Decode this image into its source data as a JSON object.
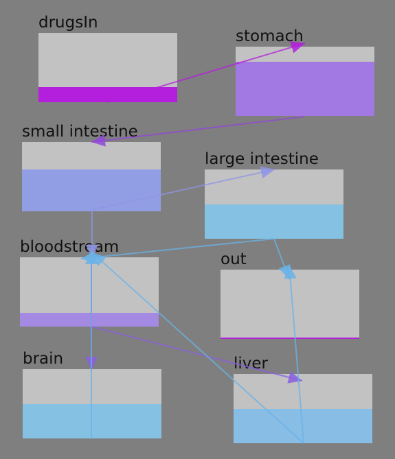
{
  "compartments": [
    {
      "id": "drugsIn",
      "label": "drugsIn",
      "level": 0.22,
      "color": "#b31fdc"
    },
    {
      "id": "stomach",
      "label": "stomach",
      "level": 0.78,
      "color": "#a279e2"
    },
    {
      "id": "small-intestine",
      "label": "small intestine",
      "level": 0.6,
      "color": "#929ee4"
    },
    {
      "id": "large-intestine",
      "label": "large intestine",
      "level": 0.5,
      "color": "#85c1e2"
    },
    {
      "id": "bloodstream",
      "label": "bloodstream",
      "level": 0.2,
      "color": "#a48ae2"
    },
    {
      "id": "out",
      "label": "out",
      "level": 0.02,
      "color": "#b31fdc"
    },
    {
      "id": "brain",
      "label": "brain",
      "level": 0.5,
      "color": "#85c1e2"
    },
    {
      "id": "liver",
      "label": "liver",
      "level": 0.5,
      "color": "#88bde6"
    }
  ],
  "flows": [
    {
      "from": "drugsIn",
      "to": "stomach",
      "color": "#b31fdc"
    },
    {
      "from": "stomach",
      "to": "small-intestine",
      "color": "#9346d9"
    },
    {
      "from": "small-intestine",
      "to": "large-intestine",
      "color": "#8f95e6"
    },
    {
      "from": "small-intestine",
      "to": "bloodstream",
      "color": "#8f95e6"
    },
    {
      "from": "large-intestine",
      "to": "bloodstream",
      "color": "#6ab3e8"
    },
    {
      "from": "large-intestine",
      "to": "out",
      "color": "#6ab3e8"
    },
    {
      "from": "bloodstream",
      "to": "brain",
      "color": "#8a5fe0"
    },
    {
      "from": "bloodstream",
      "to": "liver",
      "color": "#8a5fe0"
    },
    {
      "from": "brain",
      "to": "bloodstream",
      "color": "#6ab3e8"
    },
    {
      "from": "liver",
      "to": "bloodstream",
      "color": "#6ab3e8"
    },
    {
      "from": "liver",
      "to": "out",
      "color": "#6ab3e8"
    }
  ]
}
